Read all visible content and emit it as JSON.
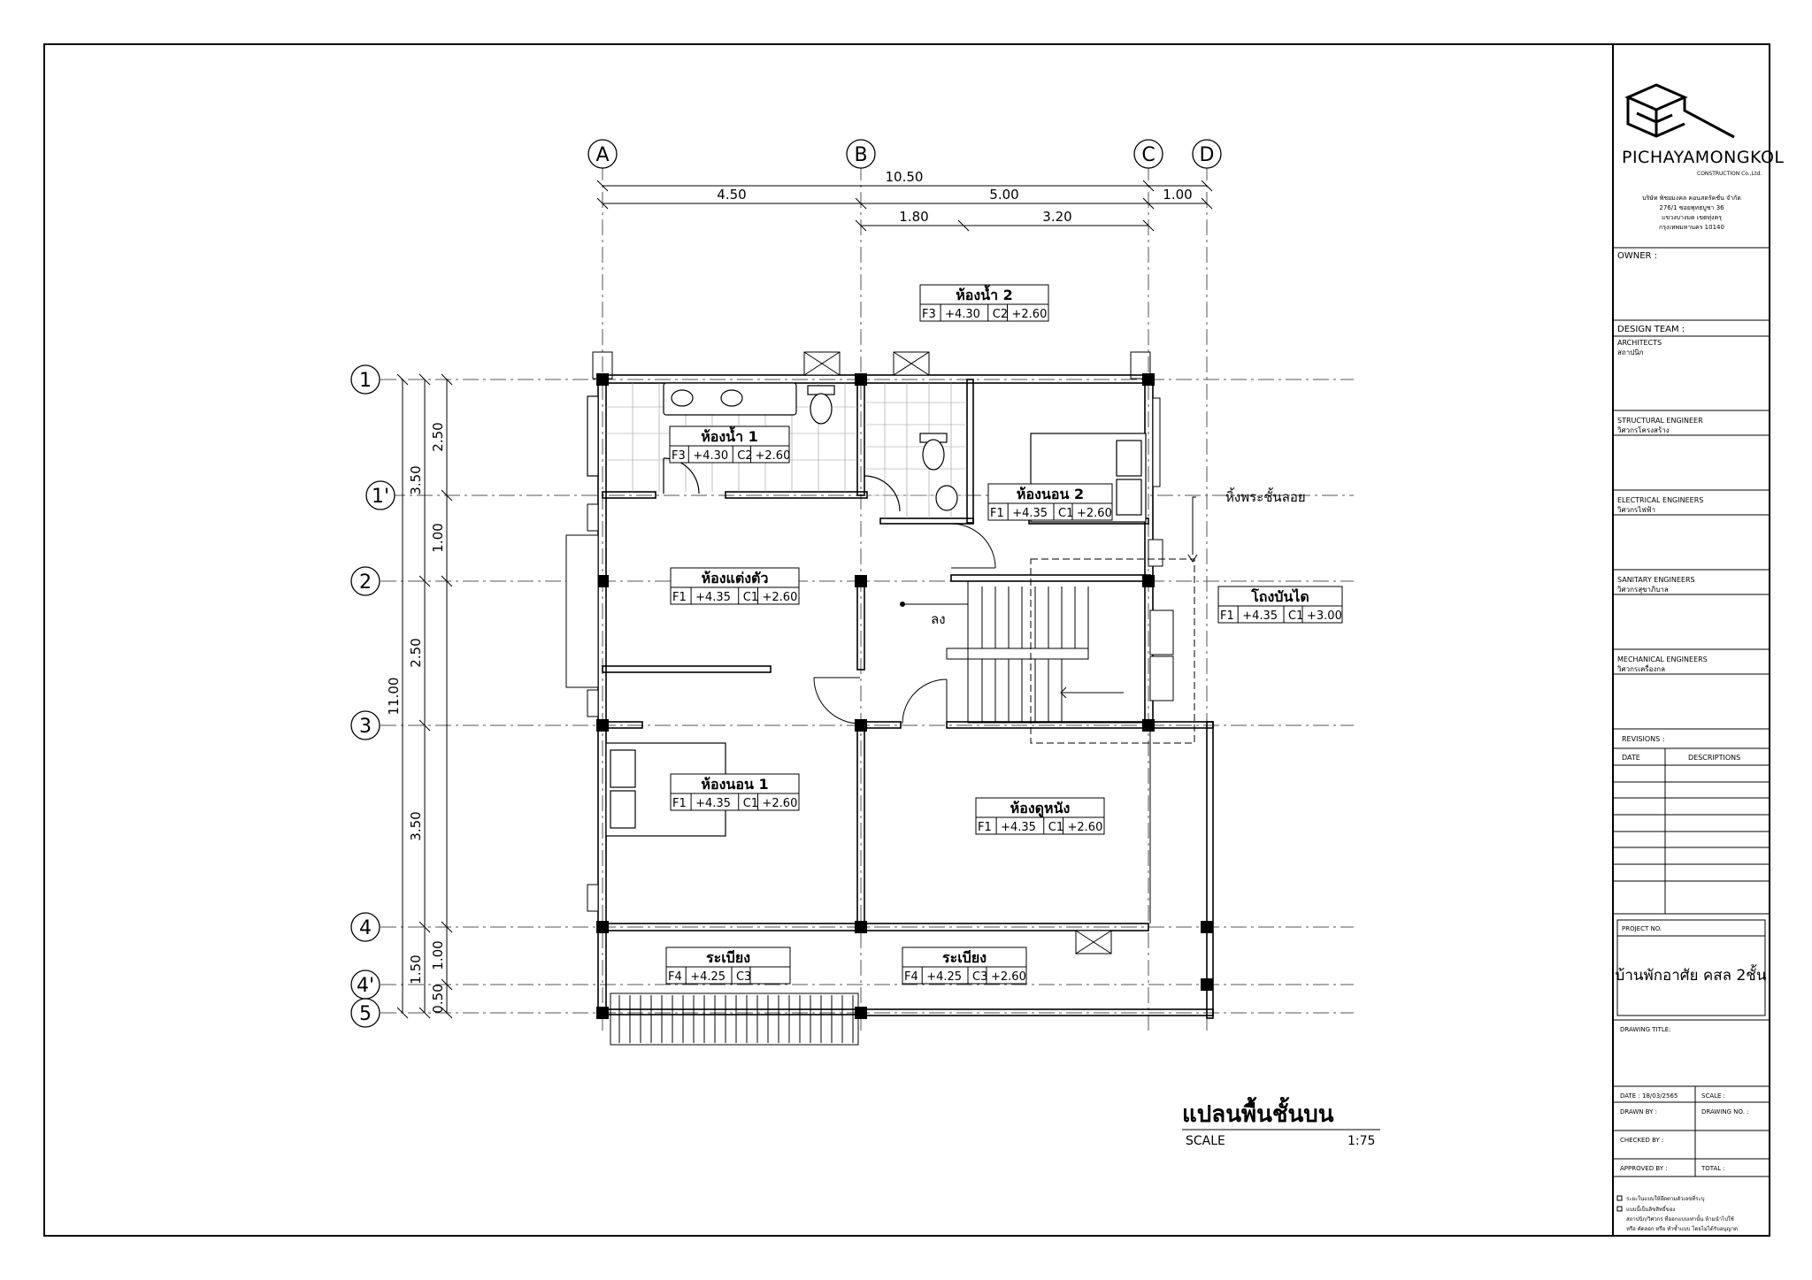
{
  "grid": {
    "columns": [
      "A",
      "B",
      "C",
      "D"
    ],
    "rows": [
      "1",
      "1'",
      "2",
      "3",
      "4",
      "4'",
      "5"
    ]
  },
  "dimensions": {
    "overall_top": "10.50",
    "top_segments": [
      "4.50",
      "5.00",
      "1.00"
    ],
    "top_sub_segments": [
      "1.80",
      "3.20"
    ],
    "overall_left": "11.00",
    "left_outer": [
      "3.50",
      "2.50",
      "3.50",
      "1.50"
    ],
    "left_inner": [
      "2.50",
      "1.00",
      "1.00",
      "0.50"
    ]
  },
  "rooms": [
    {
      "name": "ห้องน้ำ 2",
      "tag": [
        "F3",
        "+4.30",
        "C2",
        "+2.60"
      ]
    },
    {
      "name": "ห้องน้ำ 1",
      "tag": [
        "F3",
        "+4.30",
        "C2",
        "+2.60"
      ]
    },
    {
      "name": "ห้องนอน 2",
      "tag": [
        "F1",
        "+4.35",
        "C1",
        "+2.60"
      ]
    },
    {
      "name": "ห้องแต่งตัว",
      "tag": [
        "F1",
        "+4.35",
        "C1",
        "+2.60"
      ]
    },
    {
      "name": "โถงบันได",
      "tag": [
        "F1",
        "+4.35",
        "C1",
        "+3.00"
      ]
    },
    {
      "name": "ห้องนอน 1",
      "tag": [
        "F1",
        "+4.35",
        "C1",
        "+2.60"
      ]
    },
    {
      "name": "ห้องดูหนัง",
      "tag": [
        "F1",
        "+4.35",
        "C1",
        "+2.60"
      ]
    },
    {
      "name": "ระเบียง",
      "tag": [
        "F4",
        "+4.25",
        "C3",
        ""
      ]
    },
    {
      "name": "ระเบียง",
      "tag": [
        "F4",
        "+4.25",
        "C3",
        "+2.60"
      ]
    }
  ],
  "annotations": {
    "shrine": "หิ้งพระชั้นลอย",
    "down": "ลง"
  },
  "drawing": {
    "title": "แปลนพื้นชั้นบน",
    "scale_label": "SCALE",
    "scale_value": "1:75"
  },
  "title_block": {
    "company": "PICHAYAMONGKOL",
    "company_sub": "CONSTRUCTION Co.,Ltd.",
    "address": [
      "บริษัท พิชยมงคล คอนสตรัคชั่น จำกัด",
      "276/1 ซอยพุทธบูชา 36",
      "แขวงบางมด เขตทุ่งครุ",
      "กรุงเทพมหานคร 10140"
    ],
    "owner_label": "OWNER :",
    "design_team_label": "DESIGN TEAM :",
    "architects_label": "ARCHITECTS",
    "architects_value": "สถาปนิก",
    "structural_label": "STRUCTURAL ENGINEER",
    "structural_value": "วิศวกรโครงสร้าง",
    "electrical_label": "ELECTRICAL ENGINEERS",
    "electrical_value": "วิศวกรไฟฟ้า",
    "sanitary_label": "SANITARY ENGINEERS",
    "sanitary_value": "วิศวกรสุขาภิบาล",
    "mechanical_label": "MECHANICAL ENGINEERS",
    "mechanical_value": "วิศวกรเครื่องกล",
    "revisions_label": "REVISIONS :",
    "date_col": "DATE",
    "desc_col": "DESCRIPTIONS",
    "project_no_label": "PROJECT NO.",
    "project_name": "บ้านพักอาศัย คสล 2ชั้น",
    "drawing_title_label": "DRAWING TITLE:",
    "date_label": "DATE : 18/03/2565",
    "scale_label": "SCALE :",
    "drawn_by_label": "DRAWN BY :",
    "drawing_no_label": "DRAWING NO. :",
    "checked_by_label": "CHECKED BY :",
    "approved_by_label": "APPROVED BY :",
    "total_label": "TOTAL :",
    "notes": [
      "ระยะในแบบให้ยึดตามตัวเลขที่ระบุ",
      "แบบนี้เป็นลิขสิทธิ์ของ",
      "สถาปนิก/วิศวกร ที่ออกแบบเท่านั้น ห้ามนำไปใช้",
      "หรือ คัดลอก หรือ ทำซ้ำแบบ โดยไม่ได้รับอนุญาต"
    ]
  }
}
